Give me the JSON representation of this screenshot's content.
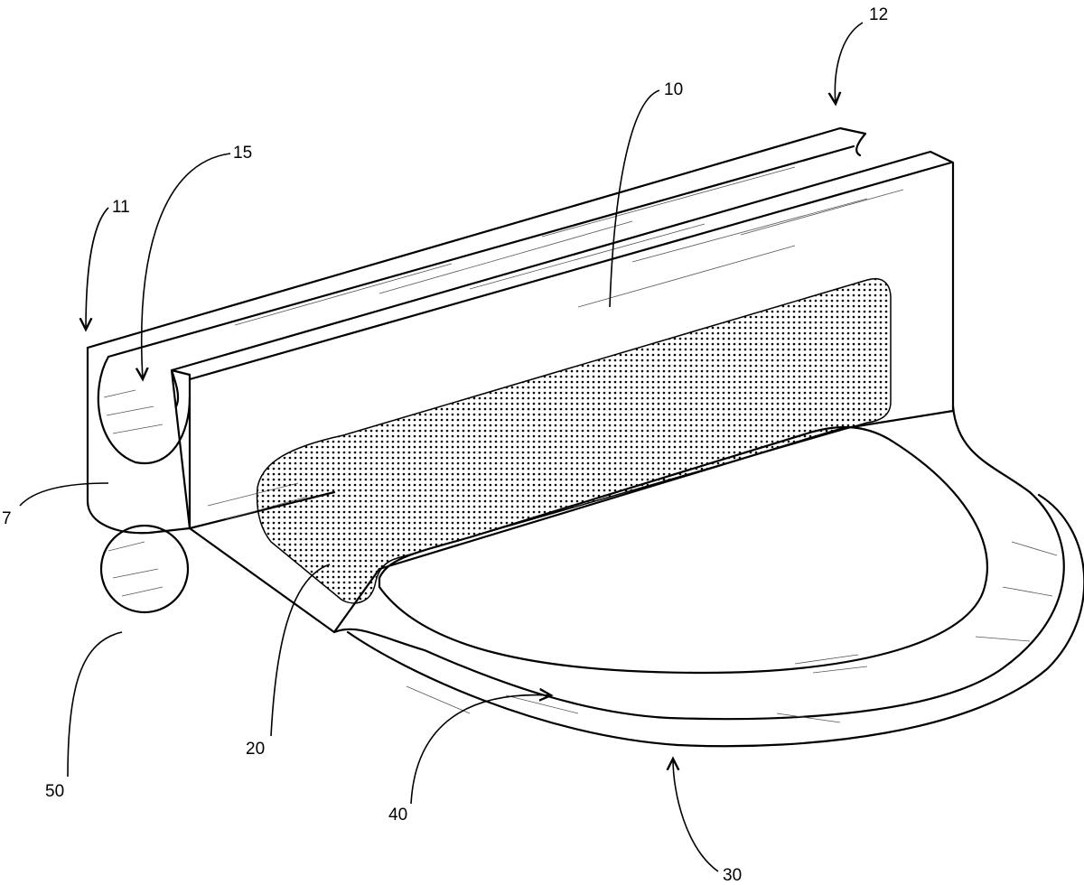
{
  "figure": {
    "type": "patent-drawing",
    "reference_numerals": {
      "r12": "12",
      "r10": "10",
      "r15": "15",
      "r11": "11",
      "r7": "7",
      "r50": "50",
      "r20": "20",
      "r40": "40",
      "r30": "30"
    }
  }
}
